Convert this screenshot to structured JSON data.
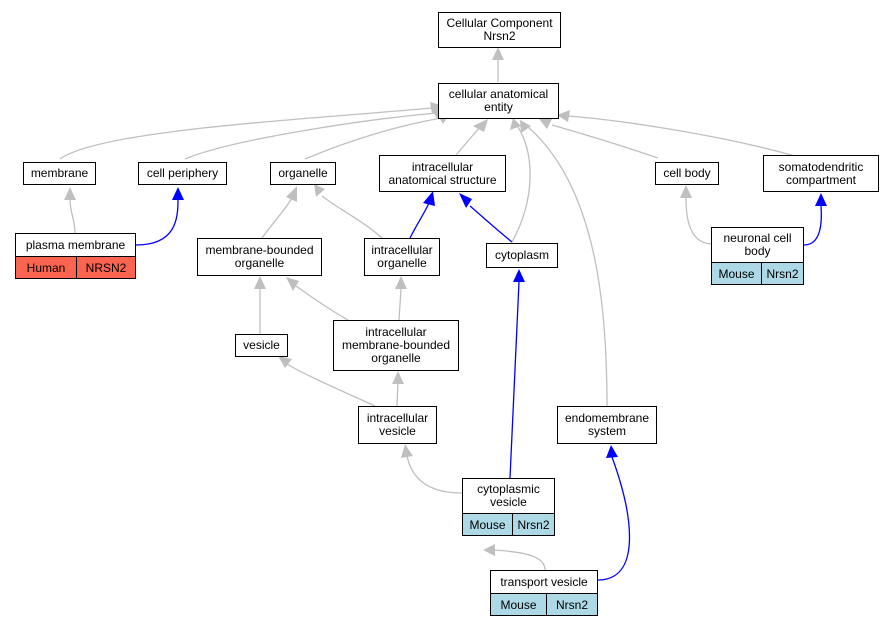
{
  "colors": {
    "edge_default": "#bfbfbf",
    "edge_highlight": "#0000ff",
    "mouse_tag": "#add8e6",
    "human_tag": "#fa6450"
  },
  "nodes": {
    "root": "Cellular Component\nNrsn2",
    "cellular_anatomical_entity": "cellular anatomical\nentity",
    "membrane": "membrane",
    "cell_periphery": "cell periphery",
    "organelle": "organelle",
    "intracellular_anatomical_structure": "intracellular\nanatomical structure",
    "cell_body": "cell body",
    "somatodendritic_compartment": "somatodendritic\ncompartment",
    "plasma_membrane": "plasma membrane",
    "membrane_bounded_organelle": "membrane-bounded\norganelle",
    "intracellular_organelle": "intracellular\norganelle",
    "cytoplasm": "cytoplasm",
    "neuronal_cell_body": "neuronal cell\nbody",
    "vesicle": "vesicle",
    "intracellular_membrane_bounded_organelle": "intracellular\nmembrane-bounded\norganelle",
    "intracellular_vesicle": "intracellular\nvesicle",
    "endomembrane_system": "endomembrane\nsystem",
    "cytoplasmic_vesicle": "cytoplasmic\nvesicle",
    "transport_vesicle": "transport vesicle"
  },
  "tags": {
    "plasma_membrane": [
      "Human",
      "NRSN2"
    ],
    "neuronal_cell_body": [
      "Mouse",
      "Nrsn2"
    ],
    "cytoplasmic_vesicle": [
      "Mouse",
      "Nrsn2"
    ],
    "transport_vesicle": [
      "Mouse",
      "Nrsn2"
    ]
  }
}
